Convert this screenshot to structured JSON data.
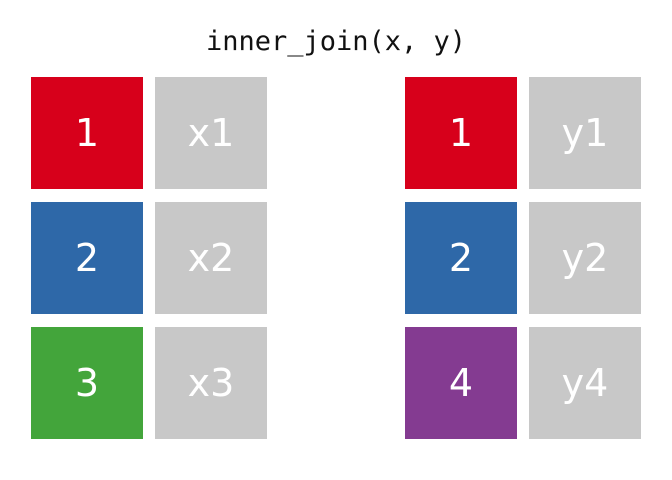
{
  "title": "inner_join(x, y)",
  "colors": {
    "key_1": "#d7001b",
    "key_2": "#2e68a8",
    "key_3": "#43a53b",
    "key_4": "#843b91",
    "value_cell": "#c8c8c8"
  },
  "x_table": {
    "rows": [
      {
        "key": "1",
        "value": "x1",
        "color": "#d7001b"
      },
      {
        "key": "2",
        "value": "x2",
        "color": "#2e68a8"
      },
      {
        "key": "3",
        "value": "x3",
        "color": "#43a53b"
      }
    ]
  },
  "y_table": {
    "rows": [
      {
        "key": "1",
        "value": "y1",
        "color": "#d7001b"
      },
      {
        "key": "2",
        "value": "y2",
        "color": "#2e68a8"
      },
      {
        "key": "4",
        "value": "y4",
        "color": "#843b91"
      }
    ]
  }
}
